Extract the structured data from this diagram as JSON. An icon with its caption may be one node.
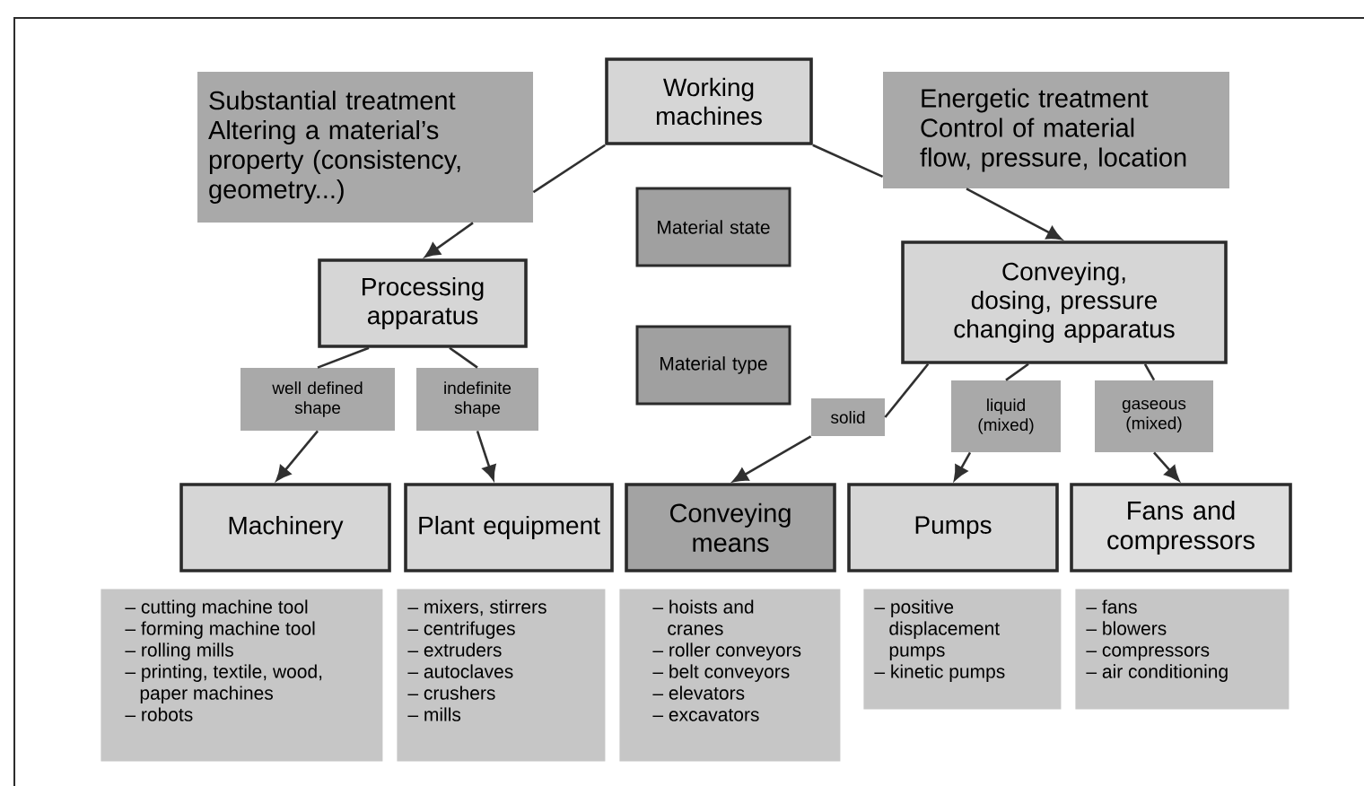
{
  "diagram": {
    "nodes": [
      {
        "text": [
          "Working machines"
        ]
      },
      {
        "text": [
          "Substantial treatment",
          "Altering a material’s property (consistency, geometry...)"
        ]
      },
      {
        "text": [
          "Energetic treatment",
          "Control of material flow, pressure, location"
        ]
      },
      {
        "text": [
          "Material state"
        ]
      },
      {
        "text": [
          "Material type"
        ]
      },
      {
        "text": [
          "Processing apparatus"
        ]
      },
      {
        "text": [
          "Conveying, dosing, pressure changing apparatus"
        ]
      },
      {
        "text": [
          "well defined shape"
        ]
      },
      {
        "text": [
          "indefinite shape"
        ]
      },
      {
        "text": [
          "solid"
        ]
      },
      {
        "text": [
          "liquid (mixed)"
        ]
      },
      {
        "text": [
          "gaseous (mixed)"
        ]
      },
      {
        "text": [
          "Machinery"
        ]
      },
      {
        "text": [
          "Plant equipment"
        ]
      },
      {
        "text": [
          "Conveying means"
        ]
      },
      {
        "text": [
          "Pumps"
        ]
      },
      {
        "text": [
          "Fans and compressors"
        ]
      },
      {
        "text": [
          "– cutting machine tool",
          "– forming machine tool",
          "– rolling mills",
          "– printing, textile, wood, paper machines",
          "– robots"
        ]
      },
      {
        "text": [
          "– mixers, stirrers",
          "– centrifuges",
          "– extruders",
          "– autoclaves",
          "– crushers",
          "– mills"
        ]
      },
      {
        "text": [
          "– hoists and cranes",
          "– roller conveyors",
          "– belt conveyors",
          "– elevators",
          "– excavators"
        ]
      },
      {
        "text": [
          "– positive displacement pumps",
          "– kinetic pumps"
        ]
      },
      {
        "text": [
          "– fans",
          "– blowers",
          "– compressors",
          "– air conditioning"
        ]
      }
    ],
    "edges": [
      {
        "from": 0,
        "to": 1,
        "arrow": "none"
      },
      {
        "from": 1,
        "to": 5,
        "arrow": "to"
      },
      {
        "from": 0,
        "to": 2,
        "arrow": "none"
      },
      {
        "from": 2,
        "to": 6,
        "arrow": "to"
      },
      {
        "from": 5,
        "to": 7,
        "arrow": "none"
      },
      {
        "from": 7,
        "to": 12,
        "arrow": "to"
      },
      {
        "from": 5,
        "to": 8,
        "arrow": "none"
      },
      {
        "from": 8,
        "to": 13,
        "arrow": "to"
      },
      {
        "from": 6,
        "to": 9,
        "arrow": "none"
      },
      {
        "from": 9,
        "to": 14,
        "arrow": "to"
      },
      {
        "from": 6,
        "to": 10,
        "arrow": "none"
      },
      {
        "from": 10,
        "to": 15,
        "arrow": "to"
      },
      {
        "from": 6,
        "to": 11,
        "arrow": "none"
      },
      {
        "from": 11,
        "to": 16,
        "arrow": "to"
      }
    ]
  }
}
